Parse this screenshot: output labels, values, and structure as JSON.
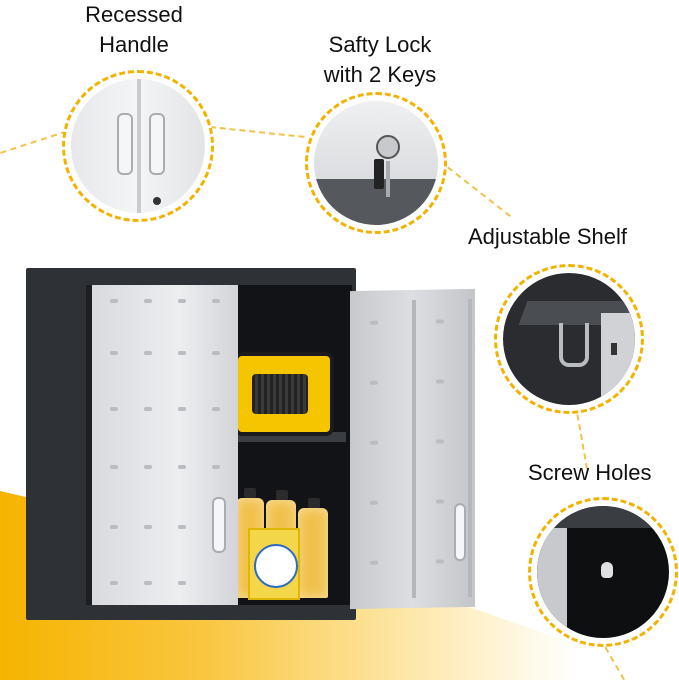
{
  "callouts": {
    "handle": "Recessed Handle",
    "lock_line1": "Safty Lock",
    "lock_line2": "with 2 Keys",
    "shelf": "Adjustable Shelf",
    "screw": "Screw Holes"
  },
  "colors": {
    "accent_yellow": "#f2b300",
    "cabinet_dark": "#2e3136",
    "door_silver": "#dcdee1"
  },
  "icons": [
    "recessed-handle-photo",
    "lock-with-keys-photo",
    "shelf-bracket-photo",
    "screw-hole-photo"
  ]
}
